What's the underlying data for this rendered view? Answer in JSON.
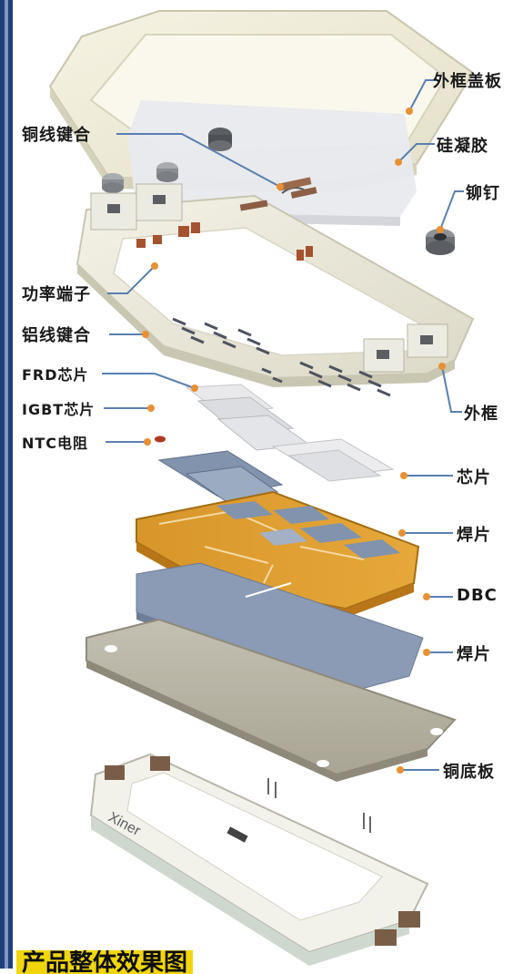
{
  "labels_left": [
    {
      "key": "copper_wire_bond",
      "text": "铜线键合"
    },
    {
      "key": "power_terminal",
      "text": "功率端子"
    },
    {
      "key": "aluminum_wire_bond",
      "text": "铝线键合"
    },
    {
      "key": "frd_chip",
      "text": "FRD芯片"
    },
    {
      "key": "igbt_chip",
      "text": "IGBT芯片"
    },
    {
      "key": "ntc_resistor",
      "text": "NTC电阻"
    }
  ],
  "labels_right": [
    {
      "key": "frame_cover",
      "text": "外框盖板"
    },
    {
      "key": "silicone_gel",
      "text": "硅凝胶"
    },
    {
      "key": "rivet",
      "text": "铆钉"
    },
    {
      "key": "outer_frame",
      "text": "外框"
    },
    {
      "key": "chip",
      "text": "芯片"
    },
    {
      "key": "solder_upper",
      "text": "焊片"
    },
    {
      "key": "dbc",
      "text": "DBC"
    },
    {
      "key": "solder_lower",
      "text": "焊片"
    },
    {
      "key": "copper_baseplate",
      "text": "铜底板"
    }
  ],
  "caption": "产品整体效果图",
  "module_brand": "Xiner",
  "colors": {
    "edge_bar": "#1f3f7a",
    "leader_line": "#5a7fb0",
    "dot": "#e89033",
    "dbc_orange": "#d99a2b",
    "ceramic_blue": "#8a9ab3",
    "baseplate": "#b8b3a4",
    "caption_bg": "#f1d60b"
  }
}
